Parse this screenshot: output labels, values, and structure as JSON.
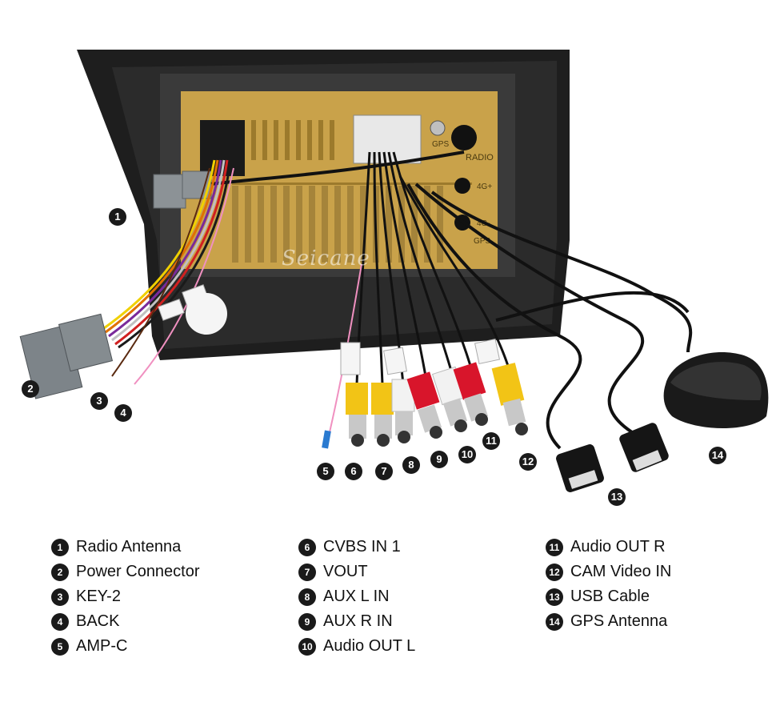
{
  "watermark": "Seicane",
  "panel_labels": {
    "gps": "GPS",
    "radio": "RADIO",
    "r4g1": "4G+",
    "r4g2": "4G-",
    "gps2": "GPS"
  },
  "callouts": [
    "1",
    "2",
    "3",
    "4",
    "5",
    "6",
    "7",
    "8",
    "9",
    "10",
    "11",
    "12",
    "13",
    "14"
  ],
  "legend": {
    "col1": [
      {
        "num": "1",
        "label": "Radio Antenna"
      },
      {
        "num": "2",
        "label": "Power Connector"
      },
      {
        "num": "3",
        "label": "KEY-2"
      },
      {
        "num": "4",
        "label": "BACK"
      },
      {
        "num": "5",
        "label": "AMP-C"
      }
    ],
    "col2": [
      {
        "num": "6",
        "label": "CVBS IN 1"
      },
      {
        "num": "7",
        "label": "VOUT"
      },
      {
        "num": "8",
        "label": "AUX L IN"
      },
      {
        "num": "9",
        "label": "AUX R IN"
      },
      {
        "num": "10",
        "label": "Audio OUT L"
      }
    ],
    "col3": [
      {
        "num": "11",
        "label": "Audio OUT R"
      },
      {
        "num": "12",
        "label": "CAM Video IN"
      },
      {
        "num": "13",
        "label": "USB Cable"
      },
      {
        "num": "14",
        "label": "GPS Antenna"
      }
    ]
  },
  "colors": {
    "frame": "#1e1e1e",
    "board": "#c9a24a",
    "yellow": "#f2c416",
    "red": "#d8152b",
    "white": "#f2f2f2",
    "grey_plug": "#7d8489"
  }
}
